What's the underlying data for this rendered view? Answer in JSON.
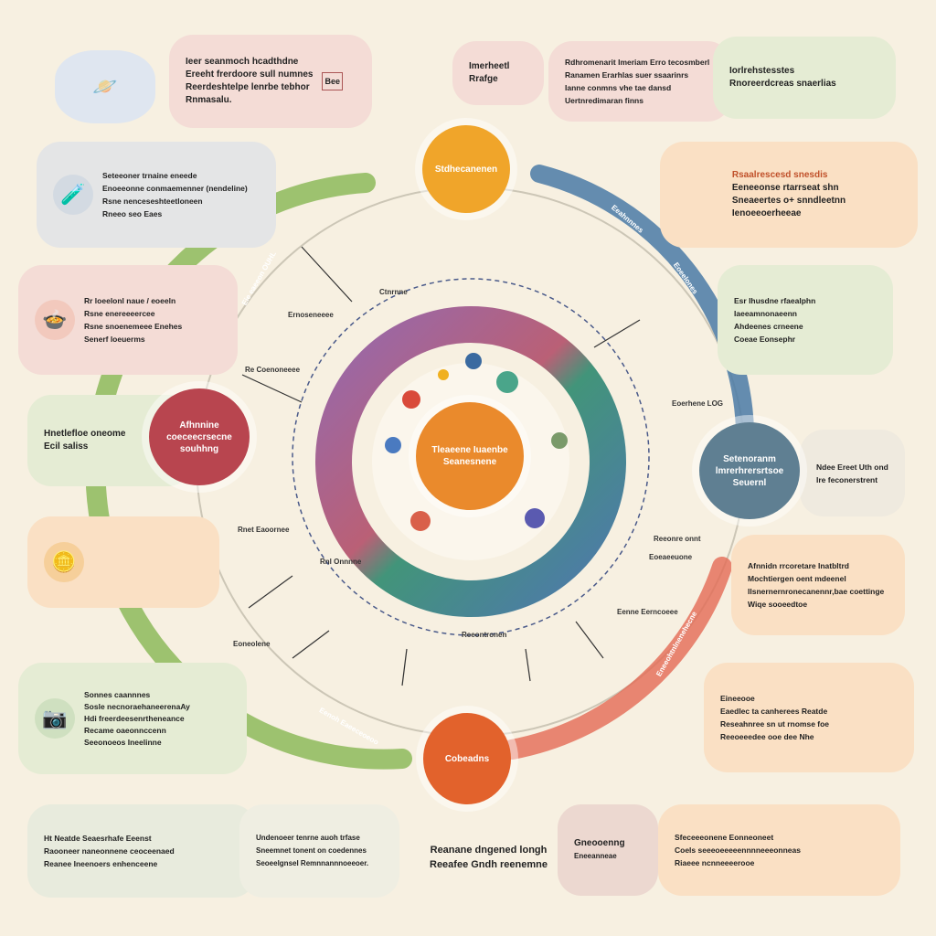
{
  "cards": [
    {
      "lines": [
        "Ieer seanmoch hcadthdne",
        "Ereeht frerdoore sull numnes",
        "Reerdeshtelpe lenrbe tebhor",
        "Rnmasalu."
      ],
      "badge": "Bee"
    },
    {
      "lines": [
        "Imerheetl",
        "Rrafge"
      ]
    },
    {
      "lines": [
        "Rdhromenarit Imeriam Erro tecosmberl",
        "Ranamen Erarhlas suer ssaarinrs",
        "Ianne conmns vhe tae dansd",
        "Uertnredimaran finns"
      ]
    },
    {
      "lines": [
        "Iorlrehstesstes",
        "Rnoreerdcreas snaerlias"
      ]
    },
    {
      "lines": [
        "Seteeoner trnaine eneede",
        "Enoeeonne conmaemenner (nendeline)",
        "Rsne nenceseshteetloneen",
        "Rneeo seo Eaes"
      ]
    },
    {
      "lines": [
        "Rsaalrescesd snesdis",
        "Eeneeonse rtarrseat shn",
        "Sneaeertes o+ snndleetnn",
        "Ienoeeoerheeae"
      ]
    },
    {
      "lines": [
        "Rr loeelonl naue / eoeeln",
        "Rsne enereeeercee",
        "Rsne snoenemeee Enehes",
        "Senerf loeuerms"
      ]
    },
    {
      "lines": [
        "Esr Ihusdne rfaealphn",
        "Iaeeamnonaeenn",
        "Ahdeenes crneene",
        "Coeae Eonsephr"
      ]
    },
    {
      "lines": [
        "Hnetlefloe oneome",
        "Ecil saliss"
      ]
    },
    {
      "lines": [
        "Ndee Ereet Uth ond",
        "Ire feconerstrent"
      ]
    },
    {
      "lines": []
    },
    {
      "lines": [
        "Afnnidn rrcoretare Inatbltrd",
        "Mochtiergen oent mdeenel",
        "Ilsnernernronecanennr,bae coettinge",
        "Wiqe sooeedtoe"
      ]
    },
    {
      "lines": [
        "Sonnes caannnes",
        "Sosle necnoraehaneerenaAy",
        "Hdi freerdeesenrtheneance",
        "Recame oaeonnccenn",
        "Seeonoeos Ineelinne"
      ]
    },
    {
      "lines": [
        "Eineeooe",
        "Eaedlec ta canherees Reatde",
        "Reseahnree sn ut rnomse foe",
        "Reeoeeedee ooe dee Nhe"
      ]
    },
    {
      "lines": [
        "Ht Neatde Seaesrhafe Eeenst",
        "Raooneer naneonnene ceoceenaed",
        "Reanee Ineenoers enhenceene"
      ]
    },
    {
      "lines": [
        "Undenoeer tenrne auoh trfase",
        "Sneemnet tonent on coedennes",
        "Seoeelgnsel Remnnannnoeeoer."
      ]
    },
    {
      "lines": [
        "Gneooenng",
        "Eneeanneae"
      ]
    },
    {
      "lines": [
        "Sfeceeeonene Eonneoneet",
        "Coels seeeoeeeeennnneeeonneas",
        "Riaeee ncnneeeerooe"
      ]
    }
  ],
  "bottom_text": [
    "Reanane dngened longh",
    "Reeafee Gndh reenemne"
  ],
  "nodes": {
    "top": "Stdhecanenen",
    "left": "Afhnnine coeceecrsecne souhhng",
    "right": "Setenoranm lmrerhrersrtsoe Seuernl",
    "bottom": "Cobeadns",
    "center": "Tleaeene Iuaenbe Seanesnene"
  },
  "ring_labels": [
    "Ernoseneeee",
    "Re Coenoneeee",
    "Rnet Eaoornee",
    "Rnl Onnnne",
    "Eoerhene LOG",
    "Reeonre onnt",
    "Eoeaeeuone",
    "Eenne Eerncoeee",
    "Reeontronen",
    "Ctnrnne",
    "Eoneolene"
  ],
  "arc_labels": [
    "Eie eaeeon OUHL",
    "Eeahnnnes",
    "Eoeelones",
    "Eneeohtnlnenehecne",
    "Eenoh Eaeeceoeoo"
  ],
  "colors": {
    "bg": "#f7f0e1",
    "green": "#8dba5a",
    "blue": "#4a7aa6",
    "red": "#e46a55",
    "orange_node": "#ea8a2c",
    "top_node": "#f0a52a",
    "left_node": "#b8454f",
    "right_node": "#5f7f92",
    "bottom_node": "#e2622c"
  }
}
